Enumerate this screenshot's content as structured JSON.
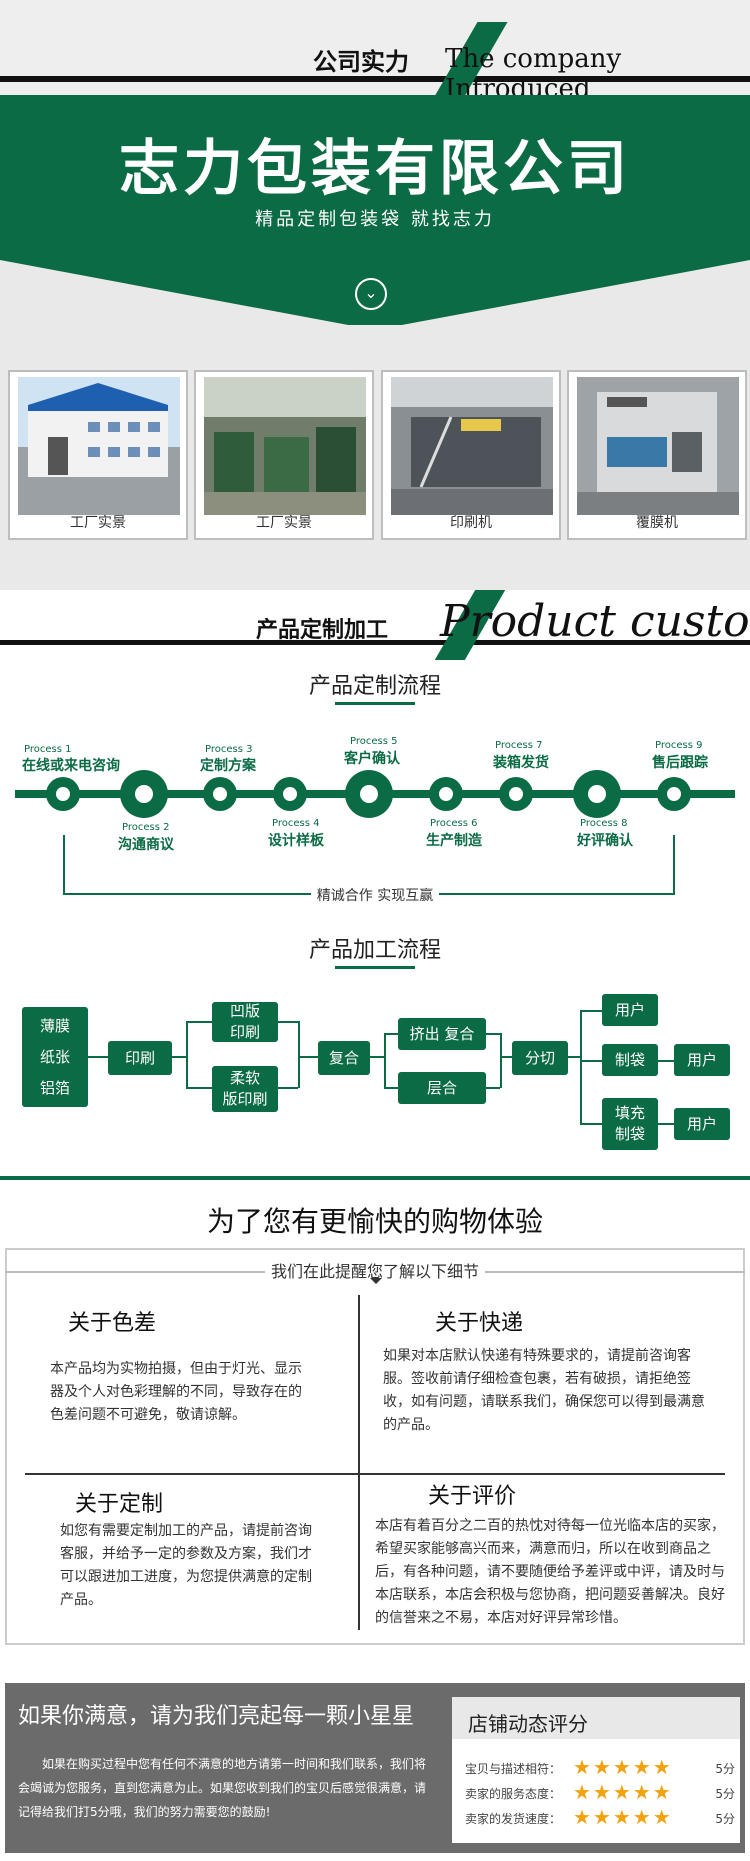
{
  "intro": {
    "title_cn": "公司实力",
    "title_en": "The company Introduced",
    "company_name": "志力包装有限公司",
    "slogan": "精品定制包装袋   就找志力",
    "chevron": "chevron-down-icon",
    "photos": [
      {
        "caption": "工厂实景"
      },
      {
        "caption": "工厂实景"
      },
      {
        "caption": "印刷机"
      },
      {
        "caption": "覆膜机"
      }
    ]
  },
  "customize": {
    "title_cn": "产品定制加工",
    "title_en": "Product customi"
  },
  "process_flow": {
    "title": "产品定制流程",
    "steps": [
      {
        "num": "Process 1",
        "label": "在线或来电咨询"
      },
      {
        "num": "Process 2",
        "label": "沟通商议"
      },
      {
        "num": "Process 3",
        "label": "定制方案"
      },
      {
        "num": "Process 4",
        "label": "设计样板"
      },
      {
        "num": "Process 5",
        "label": "客户确认"
      },
      {
        "num": "Process 6",
        "label": "生产制造"
      },
      {
        "num": "Process 7",
        "label": "装箱发货"
      },
      {
        "num": "Process 8",
        "label": "好评确认"
      },
      {
        "num": "Process 9",
        "label": "售后跟踪"
      }
    ],
    "footer": "精诚合作 实现互赢"
  },
  "production_flow": {
    "title": "产品加工流程",
    "materials": [
      "薄膜",
      "纸张",
      "铝箔"
    ],
    "print": "印刷",
    "gravure": "凹版\n印刷",
    "flexo": "柔软\n版印刷",
    "composite": "复合",
    "extrude": "挤出 复合",
    "layer": "层合",
    "slit": "分切",
    "user": "用户",
    "bag": "制袋",
    "fill": "填充\n制袋"
  },
  "notice": {
    "title": "为了您有更愉快的购物体验",
    "subtitle": "我们在此提醒您了解以下细节",
    "color_title": "关于色差",
    "color_text": "本产品均为实物拍摄，但由于灯光、显示器及个人对色彩理解的不同，导致存在的色差问题不可避免，敬请谅解。",
    "express_title": "关于快递",
    "express_text": "如果对本店默认快递有特殊要求的，请提前咨询客服。签收前请仔细检查包裹，若有破损，请拒绝签收，如有问题，请联系我们，确保您可以得到最满意的产品。",
    "custom_title": "关于定制",
    "custom_text": "如您有需要定制加工的产品，请提前咨询客服，并给予一定的参数及方案，我们才可以跟进加工进度，为您提供满意的定制产品。",
    "review_title": "关于评价",
    "review_text": "本店有着百分之二百的热忱对待每一位光临本店的买家，希望买家能够高兴而来，满意而归，所以在收到商品之后，有各种问题，请不要随便给予差评或中评，请及时与本店联系，本店会积极与您协商，把问题妥善解决。良好的信誉来之不易，本店对好评异常珍惜。"
  },
  "footer": {
    "title": "如果你满意，请为我们亮起每一颗小星星",
    "text": "如果在购买过程中您有任何不满意的地方请第一时间和我们联系，我们将会竭诚为您服务，直到您满意为止。如果您收到我们的宝贝后感觉很满意，请记得给我们打5分哦，我们的努力需要您的鼓励!",
    "rating_title": "店铺动态评分",
    "ratings": [
      {
        "label": "宝贝与描述相符：",
        "stars": 5,
        "score": "5分"
      },
      {
        "label": "卖家的服务态度：",
        "stars": 5,
        "score": "5分"
      },
      {
        "label": "卖家的发货速度：",
        "stars": 5,
        "score": "5分"
      }
    ],
    "star_icon": "star-icon",
    "accent": "#0b6b44"
  }
}
